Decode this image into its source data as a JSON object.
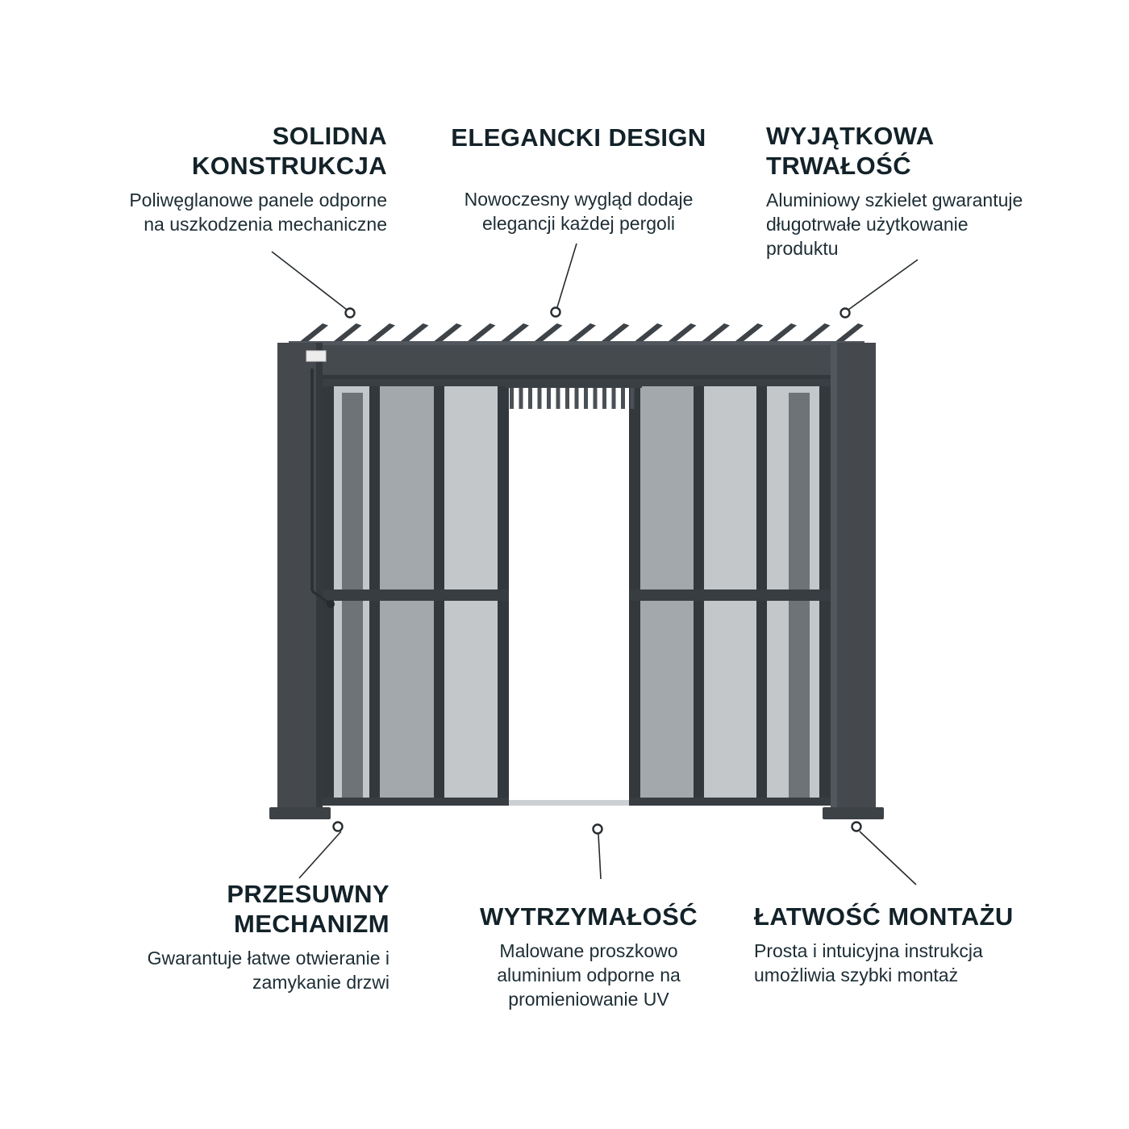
{
  "page": {
    "background": "#ffffff"
  },
  "colors": {
    "frame_dark": "#454a4f",
    "frame_darker": "#34393d",
    "glass_light": "#c3c7c9",
    "glass_dark": "#9aa0a4",
    "text_title": "#132229",
    "text_body": "#1d2d35",
    "leader_line": "#262c30"
  },
  "features": [
    {
      "id": "solid-construction",
      "position": "top-left",
      "title_lines": [
        "SOLIDNA",
        "KONSTRUKCJA"
      ],
      "description_lines": [
        "Poliwęglanowe panele odporne",
        "na uszkodzenia mechaniczne"
      ]
    },
    {
      "id": "elegant-design",
      "position": "top-center",
      "title_lines": [
        "ELEGANCKI DESIGN"
      ],
      "description_lines": [
        "Nowoczesny wygląd dodaje",
        "elegancji każdej pergoli"
      ]
    },
    {
      "id": "exceptional-durability",
      "position": "top-right",
      "title_lines": [
        "WYJĄTKOWA",
        "TRWAŁOŚĆ"
      ],
      "description_lines": [
        "Aluminiowy szkielet gwarantuje",
        "długotrwałe użytkowanie",
        "produktu"
      ]
    },
    {
      "id": "sliding-mechanism",
      "position": "bottom-left",
      "title_lines": [
        "PRZESUWNY",
        "MECHANIZM"
      ],
      "description_lines": [
        "Gwarantuje łatwe otwieranie i",
        "zamykanie drzwi"
      ]
    },
    {
      "id": "strength",
      "position": "bottom-center",
      "title_lines": [
        "WYTRZYMAŁOŚĆ"
      ],
      "description_lines": [
        "Malowane proszkowo",
        "aluminium odporne na",
        "promieniowanie UV"
      ]
    },
    {
      "id": "easy-assembly",
      "position": "bottom-right",
      "title_lines": [
        "ŁATWOŚĆ MONTAŻU"
      ],
      "description_lines": [
        "Prosta i intuicyjna instrukcja",
        "umożliwia szybki montaż"
      ]
    }
  ],
  "illustration": {
    "subject": "aluminum pergola with sliding glass panels and louvered roof"
  }
}
